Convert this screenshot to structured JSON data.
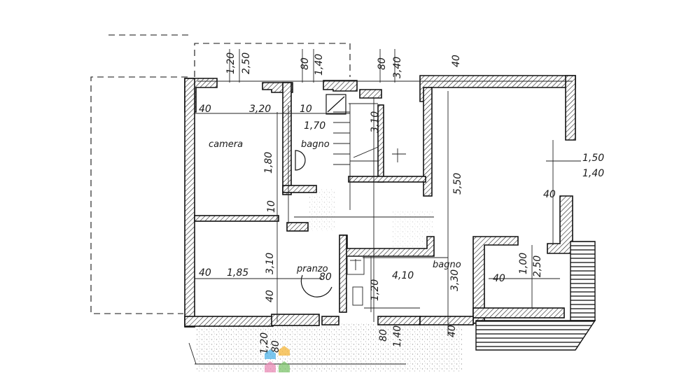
{
  "rooms": {
    "camera": "camera",
    "bagno_upper": "bagno",
    "bagno_lower": "bagno",
    "pranzo": "pranzo"
  },
  "dimensions": {
    "top_120": "1,20",
    "top_250": "2,50",
    "top_80a": "80",
    "top_140": "1,40",
    "top_80b": "80",
    "top_340": "3,40",
    "top_40": "40",
    "row_40": "40",
    "row_320": "3,20",
    "row_10": "10",
    "row_170": "1,70",
    "v_310_top": "3,10",
    "v_180": "1,80",
    "v_550": "5,50",
    "right_150": "1,50",
    "right_140": "1,40",
    "right_40": "40",
    "mid_10": "10",
    "v_310_low": "3,10",
    "left_40": "40",
    "d_185": "1,85",
    "v_40_low": "40",
    "p_80": "80",
    "h_410": "4,10",
    "v_120": "1,20",
    "v_330": "3,30",
    "b_40": "40",
    "b_100": "1,00",
    "b_250": "2,50",
    "bot_40": "40",
    "bot_120": "1,20",
    "bot_80": "80",
    "bot_80b": "80",
    "bot_140": "1,40"
  }
}
